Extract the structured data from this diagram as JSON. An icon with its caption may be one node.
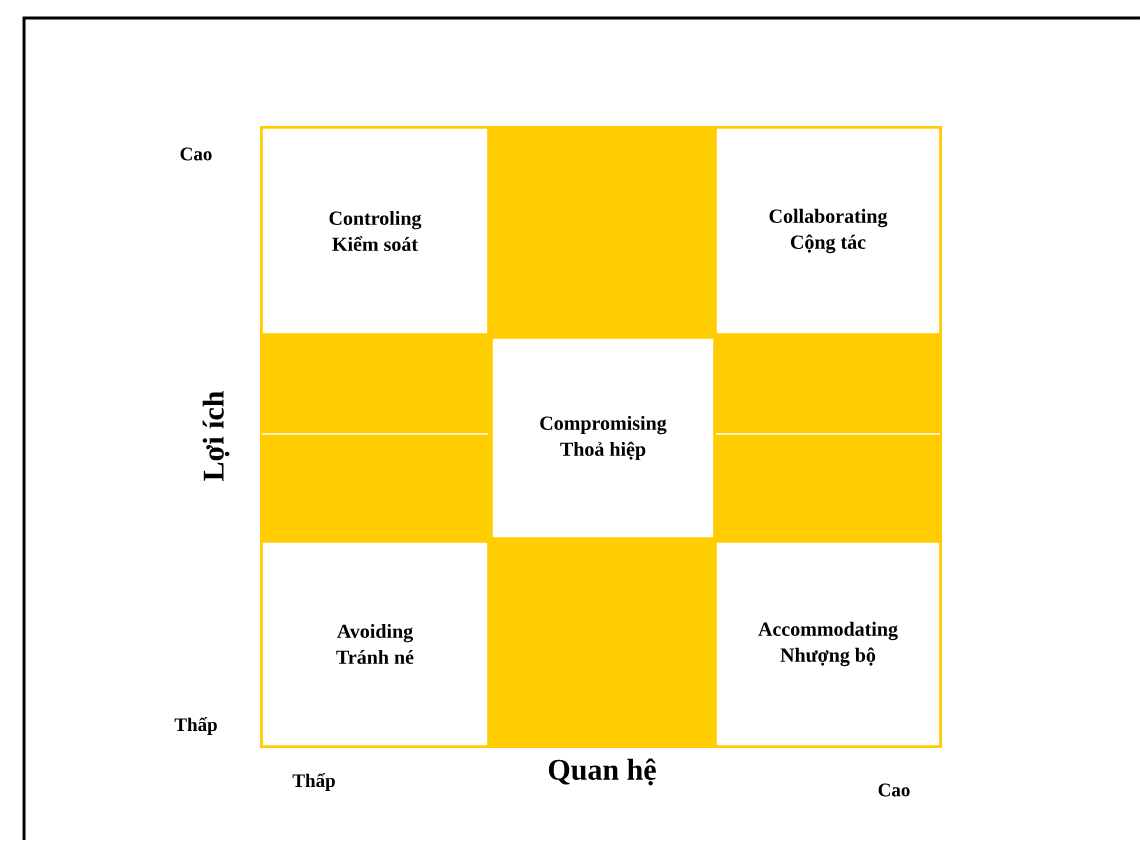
{
  "diagram": {
    "nodes": [
      {
        "text": [
          "Controling",
          "Kiểm soát"
        ]
      },
      {
        "text": [
          "Collaborating",
          "Cộng tác"
        ]
      },
      {
        "text": [
          "Compromising",
          "Thoả hiệp"
        ]
      },
      {
        "text": [
          "Avoiding",
          "Tránh né"
        ]
      },
      {
        "text": [
          "Accommodating",
          "Nhượng bộ"
        ]
      }
    ],
    "labels": [
      "Cao",
      "Lợi ích",
      "Thấp",
      "Thấp",
      "Quan hệ",
      "Cao"
    ]
  }
}
